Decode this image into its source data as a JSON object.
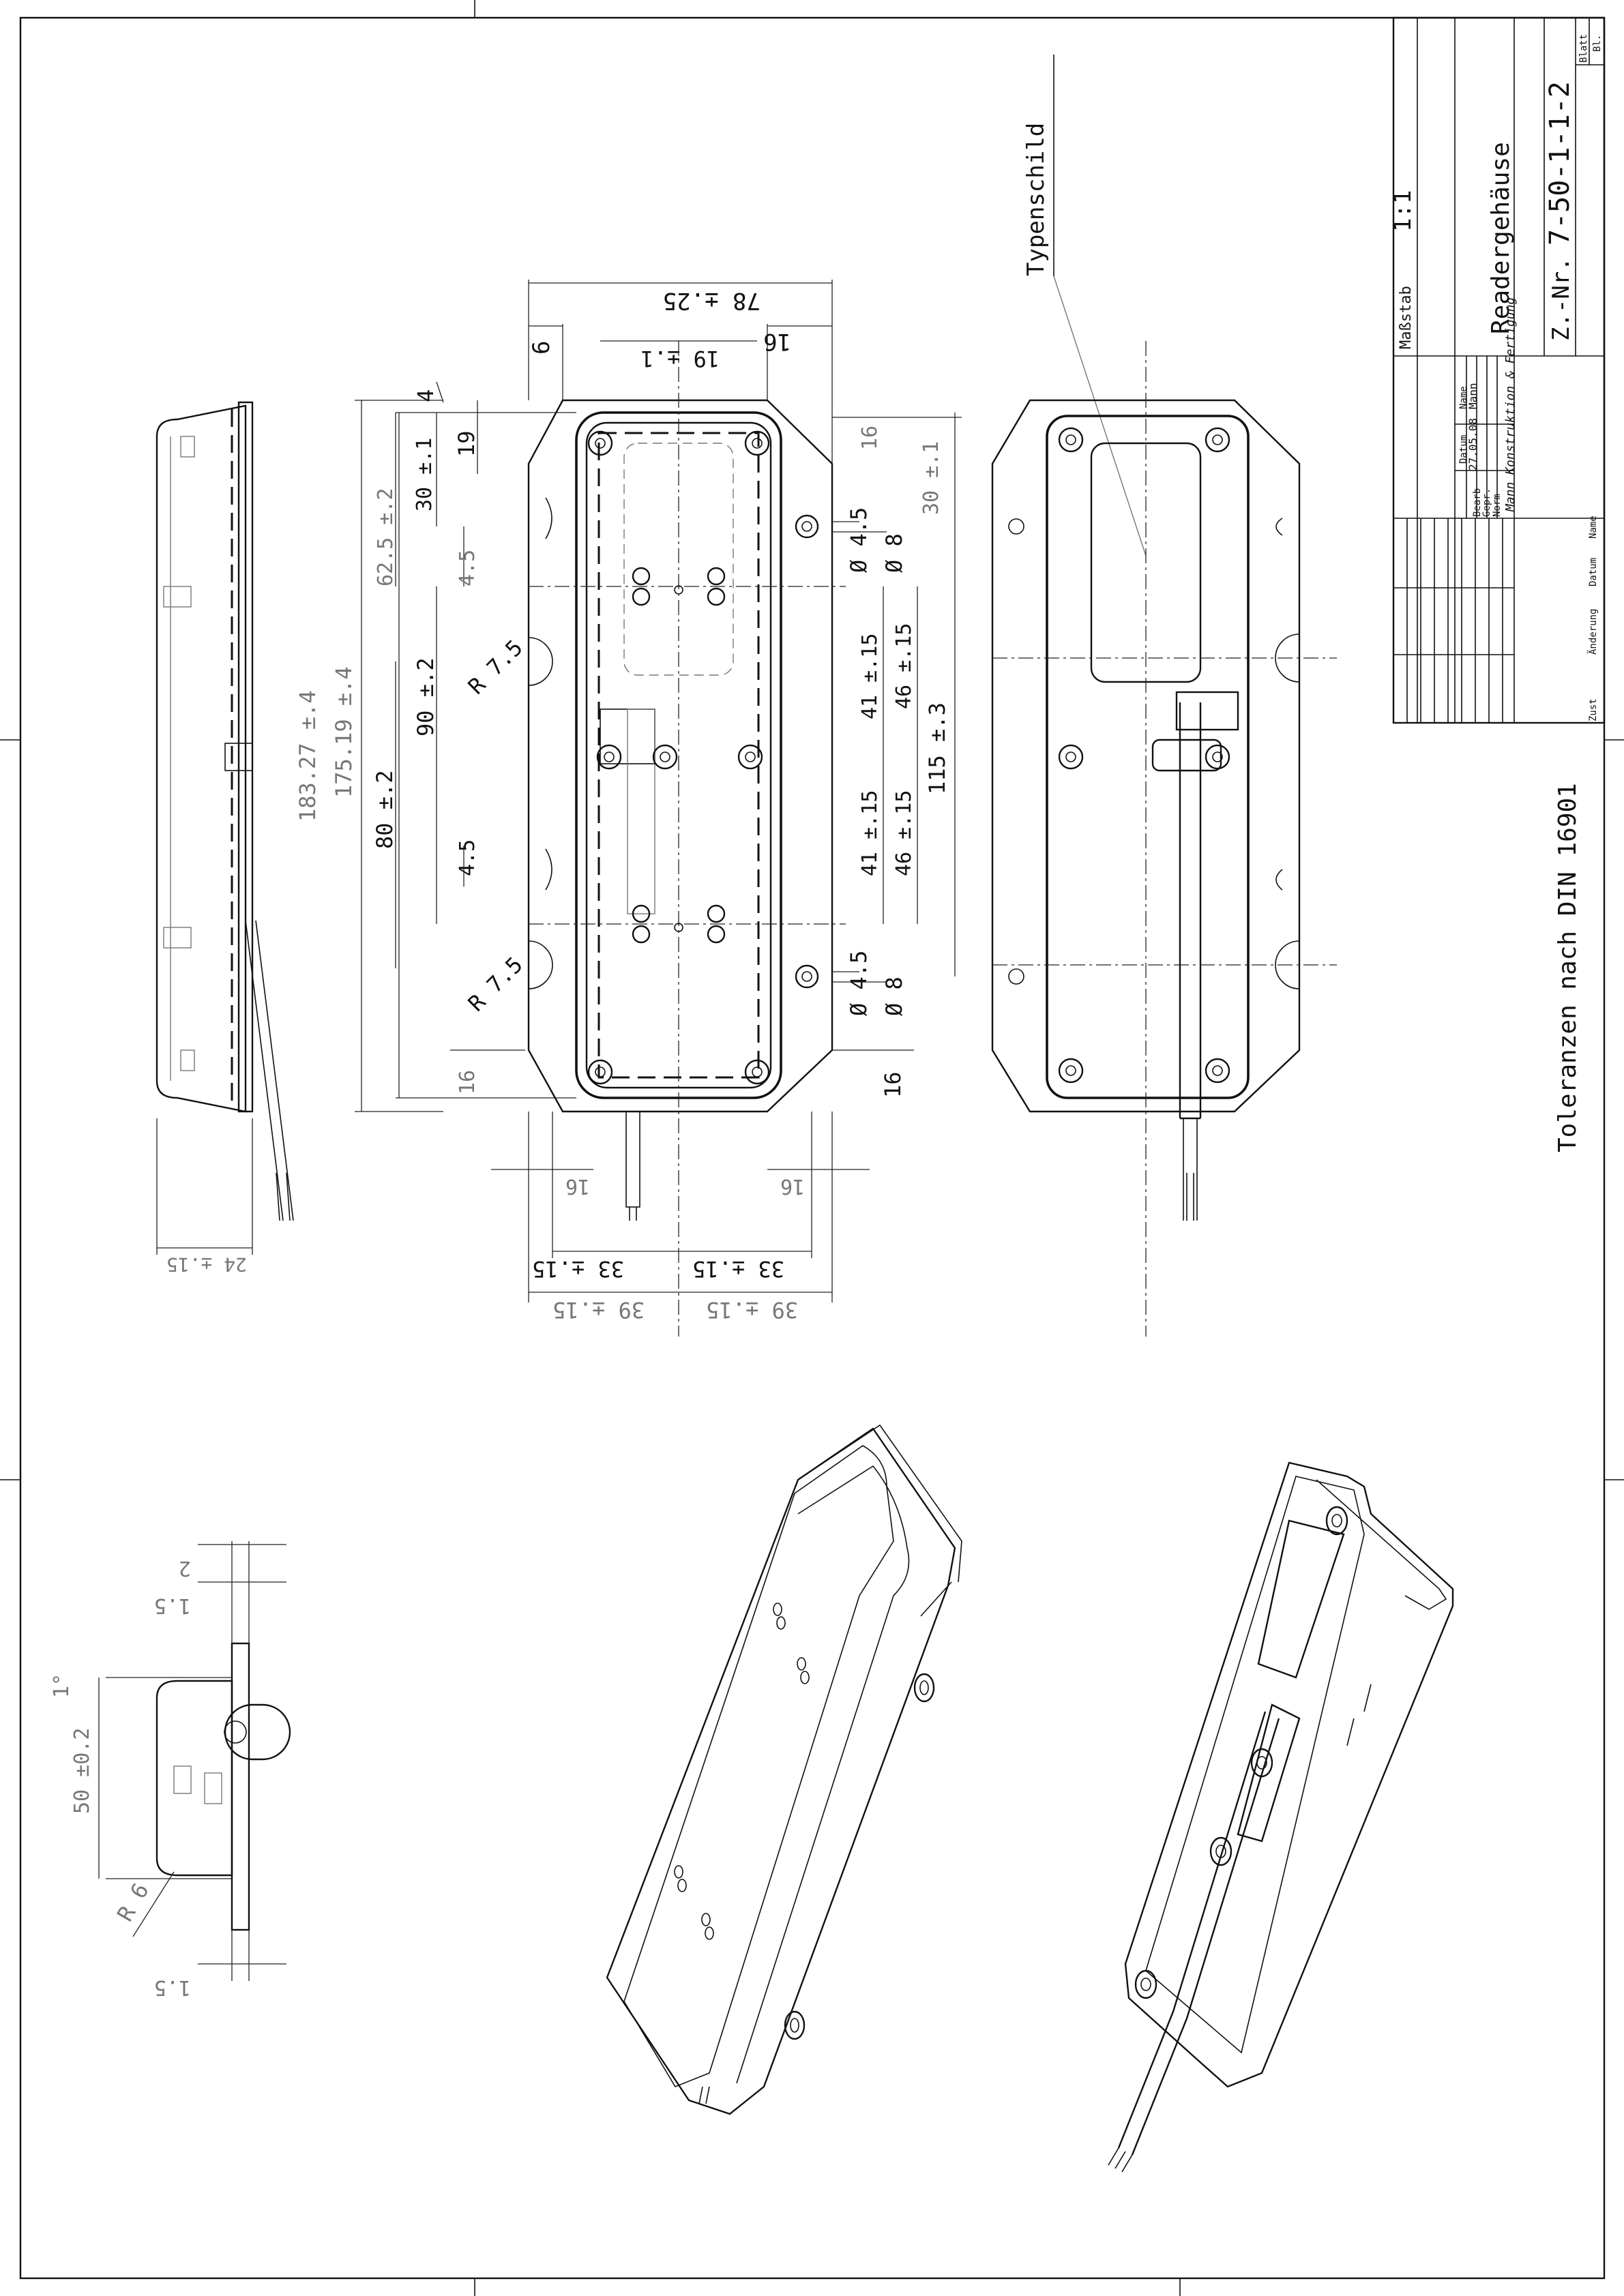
{
  "title_block": {
    "scale_label": "Maßstab",
    "scale_value": "1:1",
    "title": "Readergehäuse",
    "drawing_no_label": "Z.-Nr.",
    "drawing_no": "7-50-1-1-2",
    "sheet_label": "Blatt",
    "sheet_short": "Bl.",
    "col_datum": "Datum",
    "col_name": "Name",
    "row_bearb": "Bearb",
    "row_gepr": "Gepr.",
    "row_norm": "Norm",
    "bearb_date": "27.05.08",
    "bearb_name": "Mann",
    "rev_zust": "Zust",
    "rev_aenderung": "Änderung",
    "rev_datum": "Datum",
    "rev_name": "Name",
    "signature": "Mann Konstruktion & Fertigung"
  },
  "tolerance_note": "Toleranzen nach DIN 16901",
  "label_typenschild": "Typenschild",
  "dimensions": {
    "w78": "78 ±.25",
    "w19": "19 ±.1",
    "d6": "6",
    "d16_top": "16",
    "d4": "4",
    "d19": "19",
    "d30a": "30 ±.1",
    "d62": "62.5 ±.2",
    "d45a": "4.5",
    "d90": "90 ±.2",
    "r75a": "R 7.5",
    "d80": "80 ±.2",
    "d45b": "4.5",
    "r75b": "R 7.5",
    "d16_left": "16",
    "d183": "183.27 ±.4",
    "d175": "175.19 ±.4",
    "d16_right_top": "16",
    "d30b": "30 ±.1",
    "d45c": "Ø 4.5",
    "d8a": "Ø 8",
    "d41a": "41 ±.15",
    "d46a": "46 ±.15",
    "d115": "115 ±.3",
    "d41b": "41 ±.15",
    "d46b": "46 ±.15",
    "d45d": "Ø 4.5",
    "d8b": "Ø 8",
    "d16_right_bot": "16",
    "d16_b1": "16",
    "d16_b2": "16",
    "d33a": "33 ±.15",
    "d33b": "33 ±.15",
    "d39a": "39 ±.15",
    "d39b": "39 ±.15",
    "d24": "24 ±.15",
    "end_2": "2",
    "end_15a": "1.5",
    "end_1deg": "1°",
    "end_50": "50 ±0.2",
    "end_r6": "R 6",
    "end_15b": "1.5"
  }
}
